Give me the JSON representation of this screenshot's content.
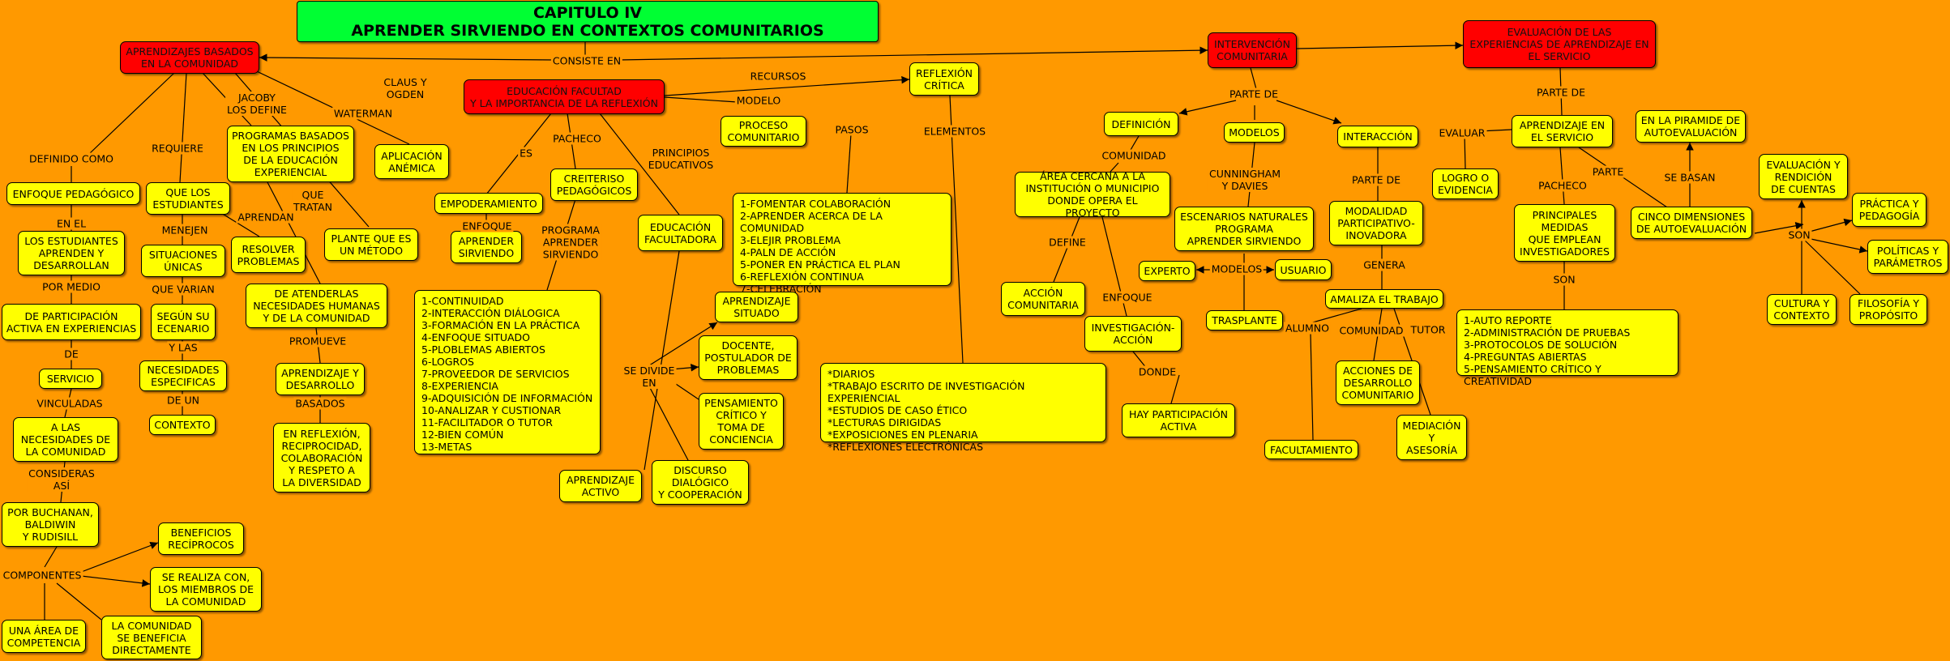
{
  "title": "CAPITULO IV\nAPRENDER SIRVIENDO EN CONTEXTOS COMUNITARIOS",
  "nodes": {
    "n1": "APRENDIZAJES BASADOS\nEN LA COMUNIDAD",
    "n2": "EDUCACIÓN FACULTAD\nY LA IMPORTANCIA DE LA REFLEXIÓN",
    "n3": "INTERVENCIÓN\nCOMUNITARIA",
    "n4": "EVALUACIÓN DE LAS\nEXPERIENCIAS DE APRENDIZAJE EN\nEL SERVICIO",
    "n5": "ENFOQUE PEDAGÓGICO",
    "n6": "LOS ESTUDIANTES\nAPRENDEN Y\nDESARROLLAN",
    "n7": "DE PARTICIPACIÓN\nACTIVA EN EXPERIENCIAS",
    "n8": "SERVICIO",
    "n9": "A LAS\nNECESIDADES DE\nLA COMUNIDAD",
    "n10": "POR BUCHANAN,\nBALDIWIN\nY RUDISILL",
    "n11": "BENEFICIOS\nRECÍPROCOS",
    "n12": "SE REALIZA CON,\nLOS  MIEMBROS DE\nLA COMUNIDAD",
    "n13": "UNA ÁREA DE\nCOMPETENCIA",
    "n14": "LA COMUNIDAD\nSE BENEFICIA\nDIRECTAMENTE",
    "n15": "QUE LOS\nESTUDIANTES",
    "n16": "SITUACIONES\nÚNICAS",
    "n17": "SEGÚN SU\nECENARIO",
    "n18": "NECESIDADES\nESPECIFICAS",
    "n19": "CONTEXTO",
    "n20": "RESOLVER\nPROBLEMAS",
    "n21": "PROGRAMAS BASADOS\nEN LOS PRINCIPIOS\nDE LA EDUCACIÓN\nEXPERIENCIAL",
    "n22": "DE ATENDERLAS\nNECESIDADES HUMANAS\nY DE LA COMUNIDAD",
    "n23": "APRENDIZAJE Y\nDESARROLLO",
    "n24": "EN REFLEXIÓN,\nRECIPROCIDAD,\nCOLABORACIÓN\nY RESPETO A\nLA DIVERSIDAD",
    "n25": "PLANTE QUE ES\nUN MÉTODO",
    "n26": "APLICACIÓN\nANÉMICA",
    "n27": "EMPODERAMIENTO",
    "n28": "APRENDER\nSIRVIENDO",
    "n29": "CREITERISO\nPEDAGÓGICOS",
    "n30": "1-CONTINUIDAD\n2-INTERACCIÓN DIÁLOGICA\n3-FORMACIÓN EN LA PRÁCTICA\n4-ENFOQUE SITUADO\n5-PLOBLEMAS ABIERTOS\n6-LOGROS\n7-PROVEEDOR DE SERVICIOS\n8-EXPERIENCIA\n9-ADQUISICIÓN DE INFORMACIÓN\n10-ANALIZAR Y CUSTIONAR\n11-FACILITADOR O TUTOR\n12-BIEN COMÚN\n13-METAS",
    "n31": "EDUCACIÓN\nFACULTADORA",
    "n32": "APRENDIZAJE\nSITUADO",
    "n33": "DOCENTE,\nPOSTULADOR DE\nPROBLEMAS",
    "n34": "PENSAMIENTO\nCRÍTICO Y\nTOMA DE\nCONCIENCIA",
    "n35": "DISCURSO\nDIALÓGICO\nY COOPERACIÓN",
    "n36": "APRENDIZAJE\nACTIVO",
    "n37": "PROCESO\nCOMUNITARIO",
    "n38": "1-FOMENTAR COLABORACIÓN\n2-APRENDER ACERCA DE LA COMUNIDAD\n3-ELEJIR PROBLEMA\n4-PALN DE ACCIÓN\n5-PONER EN PRÁCTICA EL PLAN\n6-REFLEXIÓN CONTINUA\n7-CELEBRACIÓN",
    "n39": "REFLEXIÓN\nCRÍTICA",
    "n40": "*DIARIOS\n*TRABAJO ESCRITO DE INVESTIGACIÓN EXPERIENCIAL\n*ESTUDIOS DE CASO ÉTICO\n*LECTURAS DIRIGIDAS\n*EXPOSICIONES EN PLENARIA\n*REFLEXIONES ELECTRÓNICAS",
    "n41": "DEFINICIÓN",
    "n42": "ÁREA CERCANA A LA\nINSTITUCIÓN O MUNICIPIO\nDONDE OPERA EL PROYECTO",
    "n43": "ACCIÓN\nCOMUNITARIA",
    "n44": "INVESTIGACIÓN-\nACCIÓN",
    "n45": "HAY PARTICIPACIÓN\nACTIVA",
    "n46": "MODELOS",
    "n47": "ESCENARIOS NATURALES\nPROGRAMA\nAPRENDER SIRVIENDO",
    "n48": "EXPERTO",
    "n49": "USUARIO",
    "n50": "TRASPLANTE",
    "n51": "INTERACCIÓN",
    "n52": "MODALIDAD\nPARTICIPATIVO-\nINOVADORA",
    "n53": "AMALIZA EL TRABAJO",
    "n54": "ACCIONES DE\nDESARROLLO\nCOMUNITARIO",
    "n55": "FACULTAMIENTO",
    "n56": "MEDIACIÓN\nY\nASESORÍA",
    "n57": "APRENDIZAJE EN\nEL SERVICIO",
    "n58": "LOGRO O\nEVIDENCIA",
    "n59": "PRINCIPALES\nMEDIDAS\nQUE EMPLEAN\nINVESTIGADORES",
    "n60": "1-AUTO REPORTE\n2-ADMINISTRACIÓN DE PRUEBAS\n3-PROTOCOLOS DE SOLUCIÓN\n4-PREGUNTAS ABIERTAS\n5-PENSAMIENTO CRÍTICO Y CREATIVIDAD",
    "n61": "EN LA PIRAMIDE DE\nAUTOEVALUACIÓN",
    "n62": "CINCO DIMENSIONES\nDE AUTOEVALUACIÓN",
    "n63": "EVALUACIÓN Y\nRENDICIÓN\nDE CUENTAS",
    "n64": "PRÁCTICA Y\nPEDAGOGÍA",
    "n65": "POLÍTICAS Y\nPARÁMETROS",
    "n66": "CULTURA Y\nCONTEXTO",
    "n67": "FILOSOFÍA Y\nPROPÓSITO"
  },
  "labels": {
    "l1": "CONSISTE EN",
    "l2": "DEFINIDO COMO",
    "l3": "EN EL",
    "l4": "POR MEDIO",
    "l5": "DE",
    "l6": "VINCULADAS",
    "l7": "CONSIDERAS\nASÍ",
    "l8": "COMPONENTES",
    "l9": "REQUIERE",
    "l10": "MENEJEN",
    "l11": "QUE VARIAN",
    "l12": "Y LAS",
    "l13": "DE UN",
    "l14": "APRENDAN",
    "l15": "JACOBY\nLOS DEFINE",
    "l16": "QUE\nTRATAN",
    "l17": "PROMUEVE",
    "l18": "BASADOS",
    "l19": "WATERMAN",
    "l20": "CLAUS Y\nOGDEN",
    "l21": "ES",
    "l22": "ENFOQUE",
    "l23": "PACHECO",
    "l24": "PROGRAMA\nAPRENDER\nSIRVIENDO",
    "l25": "PRINCIPIOS\nEDUCATIVOS",
    "l26": "SE DIVIDE\nEN",
    "l27": "RECURSOS",
    "l28": "MODELO",
    "l29": "PASOS",
    "l30": "ELEMENTOS",
    "l31": "PARTE DE",
    "l32": "COMUNIDAD",
    "l33": "DEFINE",
    "l34": "ENFOQUE",
    "l35": "DONDE",
    "l36": "CUNNINGHAM\nY DAVIES",
    "l37": "MODELOS",
    "l38": "PARTE DE",
    "l39": "GENERA",
    "l40": "ALUMNO",
    "l41": "COMUNIDAD",
    "l42": "TUTOR",
    "l43": "PARTE DE",
    "l44": "EVALUAR",
    "l45": "PACHECO",
    "l46": "SON",
    "l47": "PARTE",
    "l48": "SE BASAN",
    "l49": "SON"
  },
  "colors": {
    "background": "#FF9900",
    "concept": "#FFFF00",
    "main_topic": "#FF0000",
    "title": "#00FF33"
  }
}
